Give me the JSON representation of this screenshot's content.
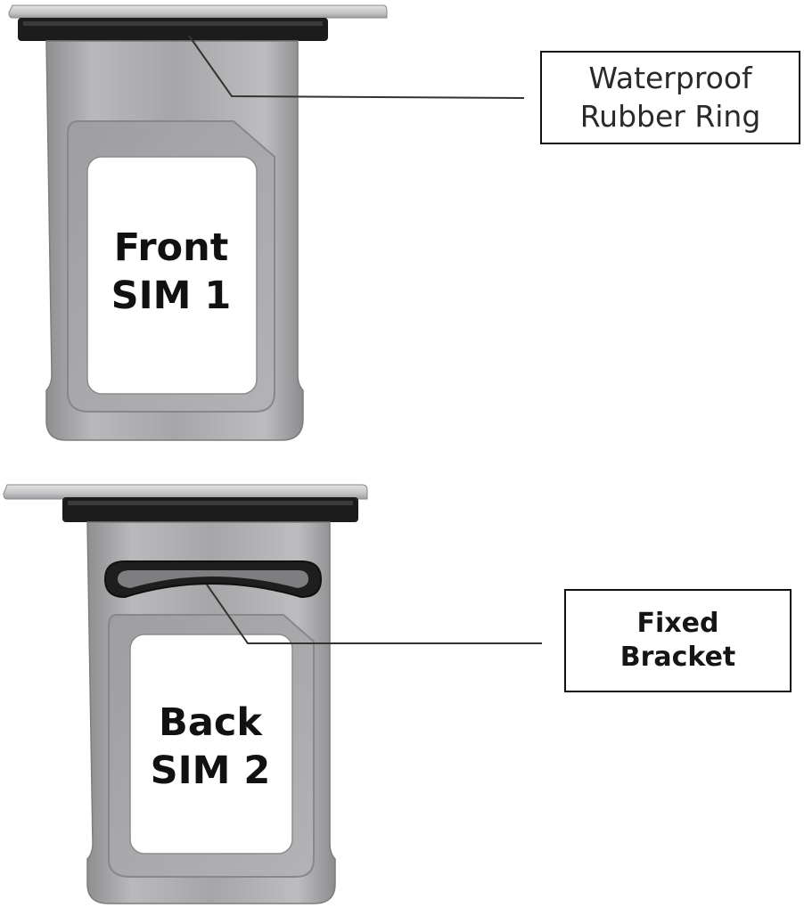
{
  "callouts": {
    "waterproof": {
      "line1": "Waterproof",
      "line2": "Rubber Ring"
    },
    "bracket": {
      "line1": "Fixed",
      "line2": "Bracket"
    }
  },
  "trays": {
    "front": {
      "line1": "Front",
      "line2": "SIM 1"
    },
    "back": {
      "line1": "Back",
      "line2": "SIM 2"
    }
  },
  "colors": {
    "metal": "#a9a9ab",
    "metal_dark": "#8a8a8c",
    "rubber": "#1c1c1c",
    "leader_line": "#333333"
  }
}
